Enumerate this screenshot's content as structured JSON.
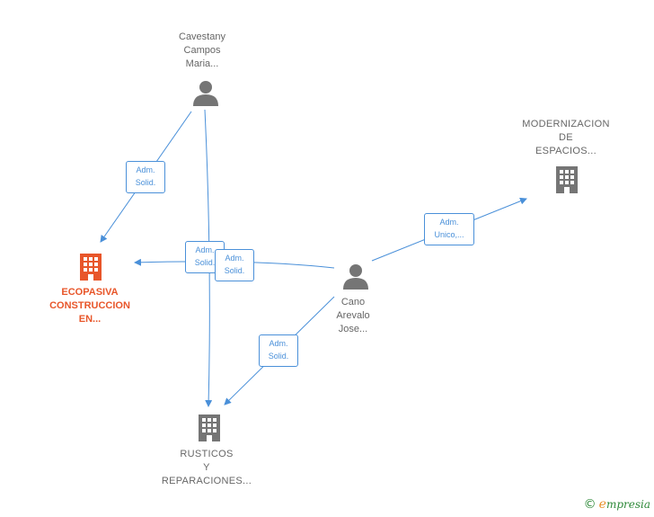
{
  "nodes": {
    "cavestany": {
      "label": "Cavestany\nCampos\nMaria..."
    },
    "cano": {
      "label": "Cano\nArevalo\nJose..."
    },
    "ecopasiva": {
      "label": "ECOPASIVA\nCONSTRUCCION\nEN..."
    },
    "modernizacion": {
      "label": "MODERNIZACION\nDE\nESPACIOS..."
    },
    "rusticos": {
      "label": "RUSTICOS\nY\nREPARACIONES..."
    }
  },
  "edges": {
    "e1": {
      "line1": "Adm.",
      "line2": "Solid."
    },
    "e2": {
      "line1": "Adm.",
      "line2": "Solid."
    },
    "e3": {
      "line1": "Adm.",
      "line2": "Solid."
    },
    "e4": {
      "line1": "Adm.",
      "line2": "Unico,..."
    },
    "e5": {
      "line1": "Adm.",
      "line2": "Solid."
    }
  },
  "brand": {
    "copyright": "©",
    "initial": "e",
    "name": "mpresia"
  },
  "colors": {
    "edge": "#4a90d9",
    "focus_company": "#e8562a",
    "company": "#757575",
    "person": "#757575"
  }
}
